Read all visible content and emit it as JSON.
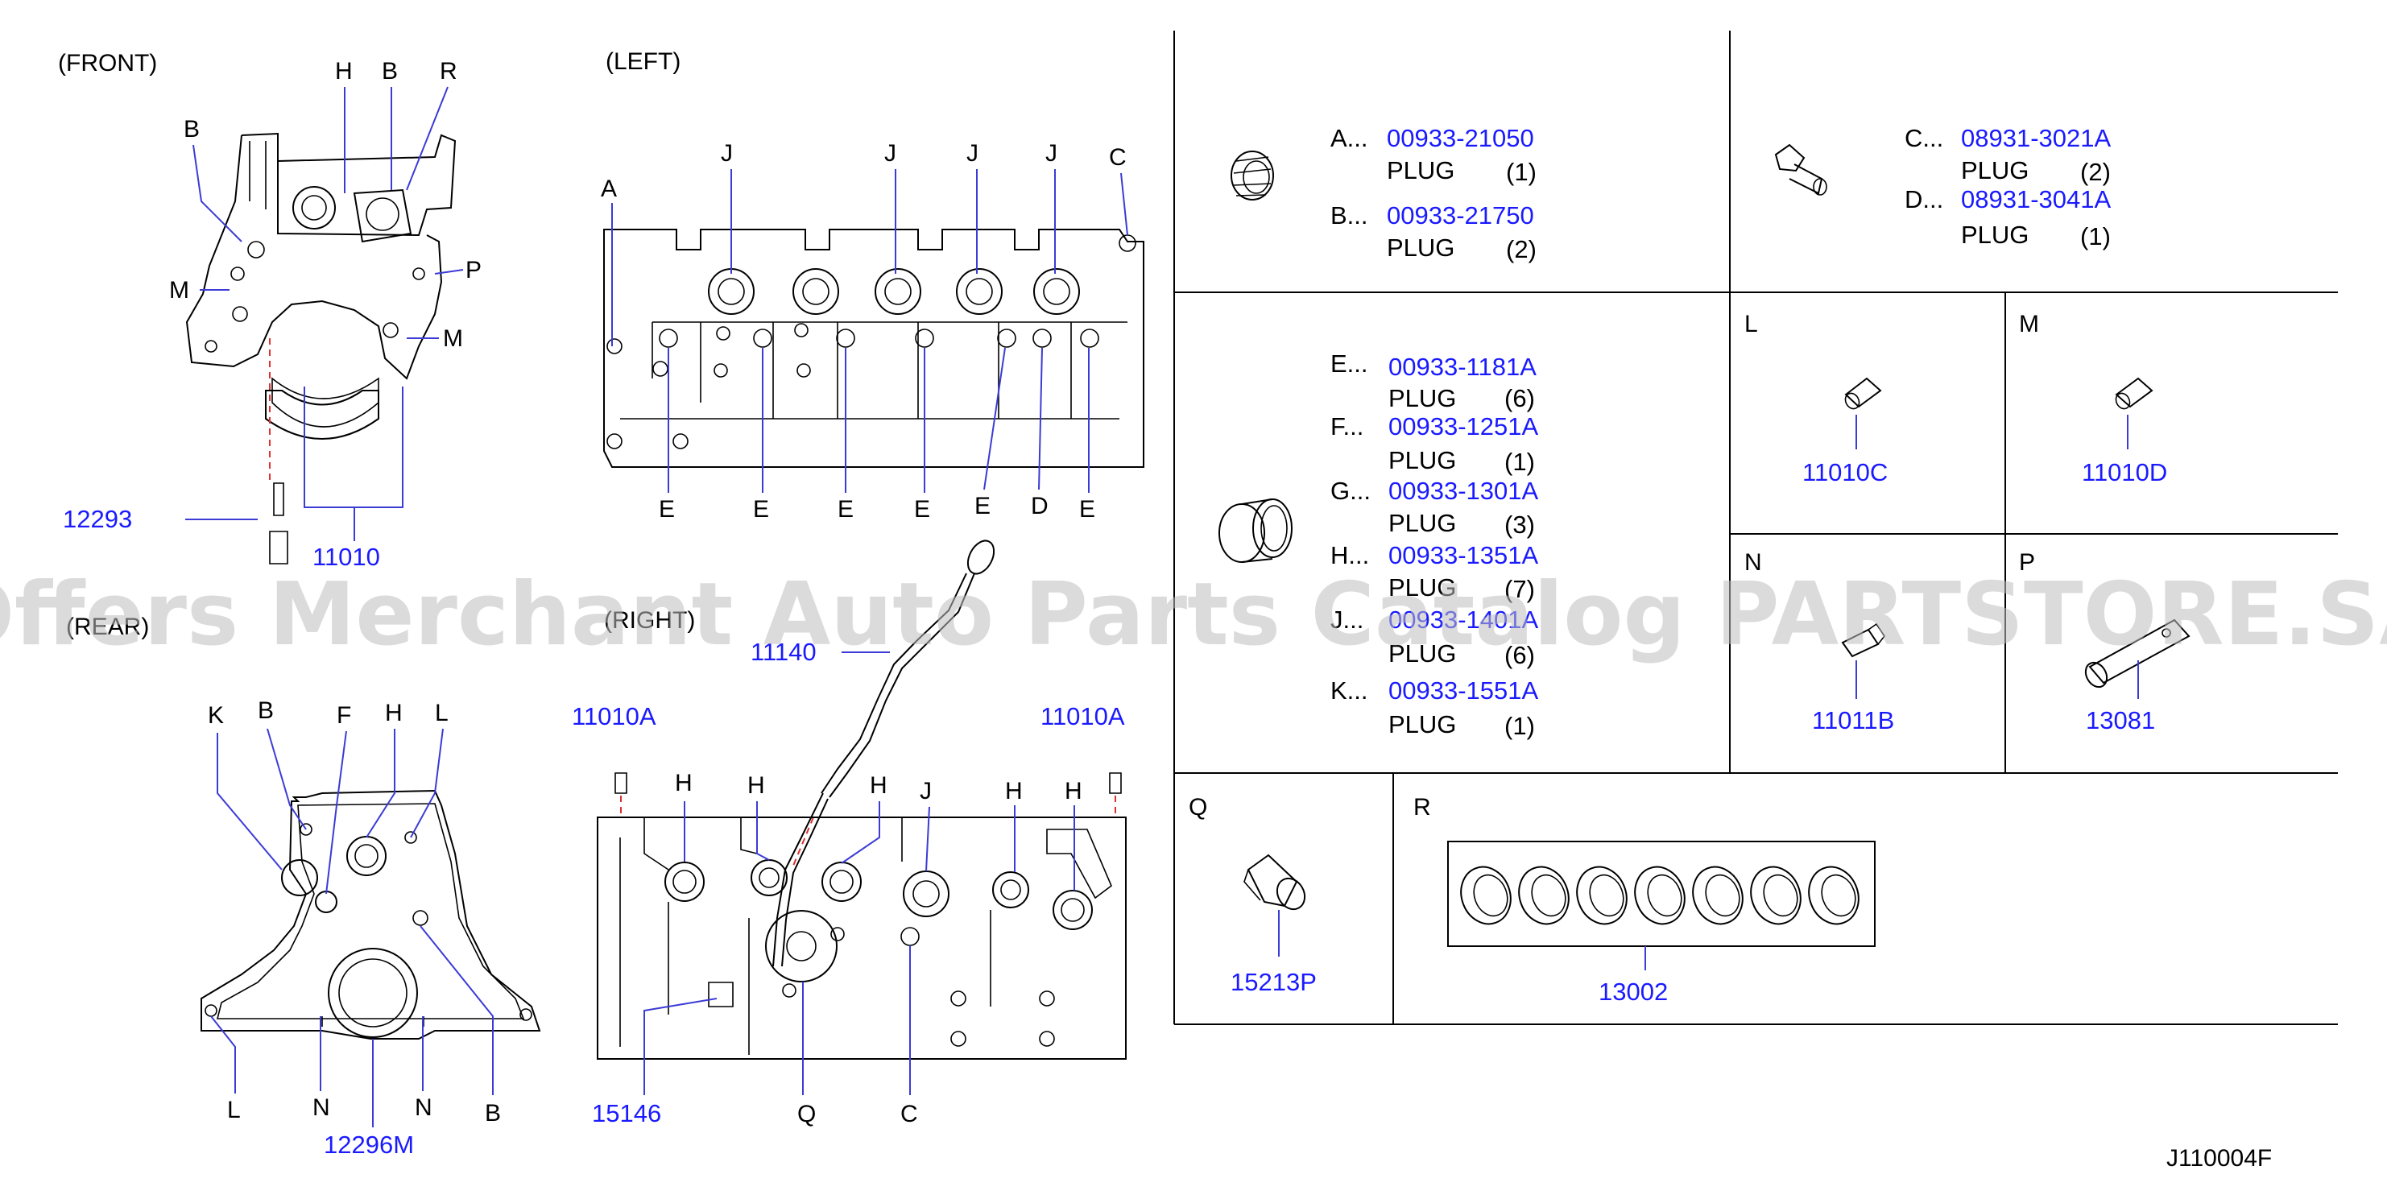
{
  "views": {
    "front": "(FRONT)",
    "left": "(LEFT)",
    "rear": "(REAR)",
    "right": "(RIGHT)"
  },
  "callouts": {
    "A": "A",
    "B": "B",
    "C": "C",
    "D": "D",
    "E": "E",
    "F": "F",
    "H": "H",
    "J": "J",
    "K": "K",
    "L": "L",
    "M": "M",
    "N": "N",
    "P": "P",
    "Q": "Q",
    "R": "R"
  },
  "parts": {
    "p12293": "12293",
    "p11010": "11010",
    "p12296M": "12296M",
    "p11140": "11140",
    "p11010A": "11010A",
    "p15146": "15146",
    "p11010C": "11010C",
    "p11010D": "11010D",
    "p11011B": "11011B",
    "p13081": "13081",
    "p15213P": "15213P",
    "p13002": "13002"
  },
  "plug_list_1": [
    {
      "key": "A...",
      "part": "00933-21050",
      "name": "PLUG",
      "qty": "(1)"
    },
    {
      "key": "B...",
      "part": "00933-21750",
      "name": "PLUG",
      "qty": "(2)"
    }
  ],
  "plug_list_2": [
    {
      "key": "C...",
      "part": "08931-3021A",
      "name": "PLUG",
      "qty": "(2)"
    },
    {
      "key": "D...",
      "part": "08931-3041A",
      "name": "PLUG",
      "qty": "(1)"
    }
  ],
  "plug_list_3": [
    {
      "key": "E...",
      "part": "00933-1181A",
      "name": "PLUG",
      "qty": "(6)"
    },
    {
      "key": "F...",
      "part": "00933-1251A",
      "name": "PLUG",
      "qty": "(1)"
    },
    {
      "key": "G...",
      "part": "00933-1301A",
      "name": "PLUG",
      "qty": "(3)"
    },
    {
      "key": "H...",
      "part": "00933-1351A",
      "name": "PLUG",
      "qty": "(7)"
    },
    {
      "key": "J...",
      "part": "00933-1401A",
      "name": "PLUG",
      "qty": "(6)"
    },
    {
      "key": "K...",
      "part": "00933-1551A",
      "name": "PLUG",
      "qty": "(1)"
    }
  ],
  "watermark": "Offers Merchant Auto Parts Catalog PARTSTORE.SA",
  "diagram_code": "J110004F",
  "colors": {
    "part_link": "#1a1aff",
    "leader": "#3b3bd6",
    "dash": "#e03030",
    "watermark": "#bdbdbd"
  }
}
